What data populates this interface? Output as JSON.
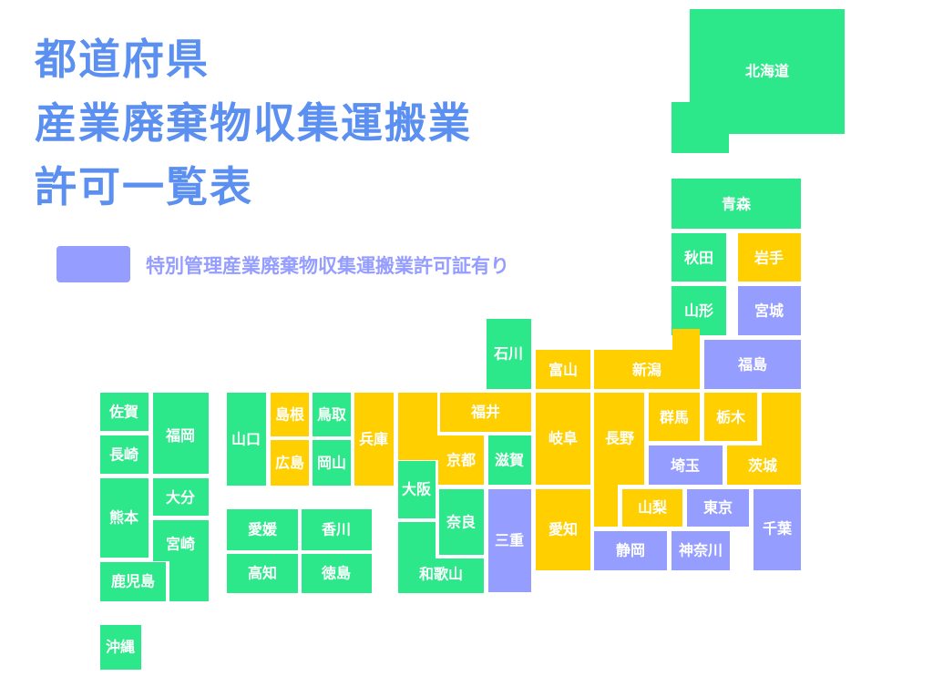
{
  "title": {
    "line1": "都道府県",
    "line2": "産業廃棄物収集運搬業",
    "line3": "許可一覧表"
  },
  "legend": {
    "label": "特別管理産業廃棄物収集運搬業許可証有り",
    "color": "#959dff"
  },
  "colors": {
    "green": "#2de88a",
    "yellow": "#ffcf00",
    "purple": "#959dff",
    "title": "#5b8ff0"
  },
  "prefectures": {
    "hokkaido": {
      "name": "北海道",
      "status": "green"
    },
    "aomori": {
      "name": "青森",
      "status": "green"
    },
    "akita": {
      "name": "秋田",
      "status": "green"
    },
    "iwate": {
      "name": "岩手",
      "status": "yellow"
    },
    "yamagata": {
      "name": "山形",
      "status": "green"
    },
    "miyagi": {
      "name": "宮城",
      "status": "purple"
    },
    "ishikawa": {
      "name": "石川",
      "status": "green"
    },
    "toyama": {
      "name": "富山",
      "status": "yellow"
    },
    "niigata": {
      "name": "新潟",
      "status": "yellow"
    },
    "fukushima": {
      "name": "福島",
      "status": "purple"
    },
    "fukui": {
      "name": "福井",
      "status": "yellow"
    },
    "kyoto": {
      "name": "京都",
      "status": "yellow"
    },
    "shiga": {
      "name": "滋賀",
      "status": "green"
    },
    "osaka": {
      "name": "大阪",
      "status": "green"
    },
    "nara": {
      "name": "奈良",
      "status": "green"
    },
    "wakayama": {
      "name": "和歌山",
      "status": "green"
    },
    "mie": {
      "name": "三重",
      "status": "purple"
    },
    "hyogo": {
      "name": "兵庫",
      "status": "yellow"
    },
    "gifu": {
      "name": "岐阜",
      "status": "yellow"
    },
    "aichi": {
      "name": "愛知",
      "status": "yellow"
    },
    "nagano": {
      "name": "長野",
      "status": "yellow"
    },
    "gunma": {
      "name": "群馬",
      "status": "yellow"
    },
    "tochigi": {
      "name": "栃木",
      "status": "yellow"
    },
    "ibaraki": {
      "name": "茨城",
      "status": "yellow"
    },
    "saitama": {
      "name": "埼玉",
      "status": "purple"
    },
    "yamanashi": {
      "name": "山梨",
      "status": "yellow"
    },
    "tokyo": {
      "name": "東京",
      "status": "purple"
    },
    "chiba": {
      "name": "千葉",
      "status": "purple"
    },
    "shizuoka": {
      "name": "静岡",
      "status": "purple"
    },
    "kanagawa": {
      "name": "神奈川",
      "status": "purple"
    },
    "shimane": {
      "name": "島根",
      "status": "yellow"
    },
    "tottori": {
      "name": "鳥取",
      "status": "green"
    },
    "hiroshima": {
      "name": "広島",
      "status": "yellow"
    },
    "okayama": {
      "name": "岡山",
      "status": "green"
    },
    "yamaguchi": {
      "name": "山口",
      "status": "green"
    },
    "ehime": {
      "name": "愛媛",
      "status": "green"
    },
    "kagawa": {
      "name": "香川",
      "status": "green"
    },
    "kochi": {
      "name": "高知",
      "status": "green"
    },
    "tokushima": {
      "name": "徳島",
      "status": "green"
    },
    "saga": {
      "name": "佐賀",
      "status": "green"
    },
    "nagasaki": {
      "name": "長崎",
      "status": "green"
    },
    "fukuoka": {
      "name": "福岡",
      "status": "green"
    },
    "kumamoto": {
      "name": "熊本",
      "status": "green"
    },
    "oita": {
      "name": "大分",
      "status": "green"
    },
    "miyazaki": {
      "name": "宮崎",
      "status": "green"
    },
    "kagoshima": {
      "name": "鹿児島",
      "status": "green"
    },
    "okinawa": {
      "name": "沖縄",
      "status": "green"
    }
  }
}
